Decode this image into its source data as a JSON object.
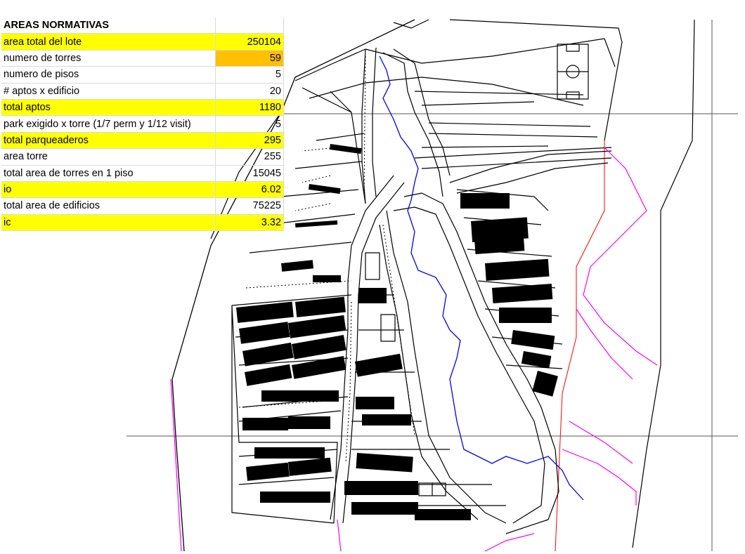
{
  "table": {
    "title": "AREAS NORMATIVAS",
    "rows": [
      {
        "label": "area total  del lote",
        "value": "250104",
        "highlight": "yellow"
      },
      {
        "label": "numero de torres",
        "value": "59",
        "highlight": "orange"
      },
      {
        "label": "numero de pisos",
        "value": "5",
        "highlight": "none"
      },
      {
        "label": "# aptos x edificio",
        "value": "20",
        "highlight": "none"
      },
      {
        "label": "total aptos",
        "value": "1180",
        "highlight": "yellow"
      },
      {
        "label": "park exigido  x torre (1/7 perm y 1/12 visit)",
        "value": "5",
        "highlight": "none"
      },
      {
        "label": "total parqueaderos",
        "value": "295",
        "highlight": "yellow"
      },
      {
        "label": "area torre",
        "value": "255",
        "highlight": "none"
      },
      {
        "label": "total area de torres en  1 piso",
        "value": "15045",
        "highlight": "none"
      },
      {
        "label": "io",
        "value": "6.02",
        "highlight": "yellow"
      },
      {
        "label": "total area de edificios",
        "value": "75225",
        "highlight": "none"
      },
      {
        "label": "ic",
        "value": "3.32",
        "highlight": "yellow"
      }
    ]
  },
  "colors": {
    "highlight_yellow": "#ffff00",
    "highlight_orange": "#ffc000",
    "stream_line": "#0000ff",
    "boundary_line": "#ff00ff",
    "red_line": "#ff0000"
  }
}
